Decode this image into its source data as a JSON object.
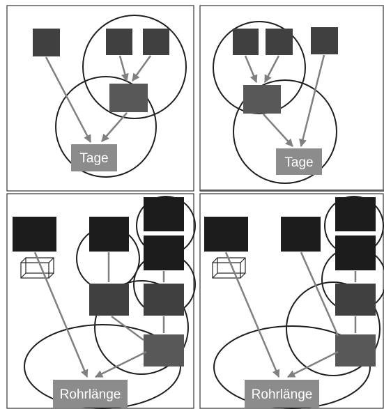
{
  "panels": [
    {
      "id": "top-left",
      "target_label": "Tage"
    },
    {
      "id": "top-right",
      "target_label": "Tage"
    },
    {
      "id": "bottom-left",
      "target_label": "Rohrlänge"
    },
    {
      "id": "bottom-right",
      "target_label": "Rohrlänge"
    }
  ],
  "colors": {
    "node_dark": "#1c1c1c",
    "node_mid": "#404040",
    "node_light": "#585858",
    "label_box": "#8c8c8c",
    "arrow": "#808080",
    "circle": "#1e1e1e",
    "frame": "#333333",
    "separator": "#606060"
  }
}
